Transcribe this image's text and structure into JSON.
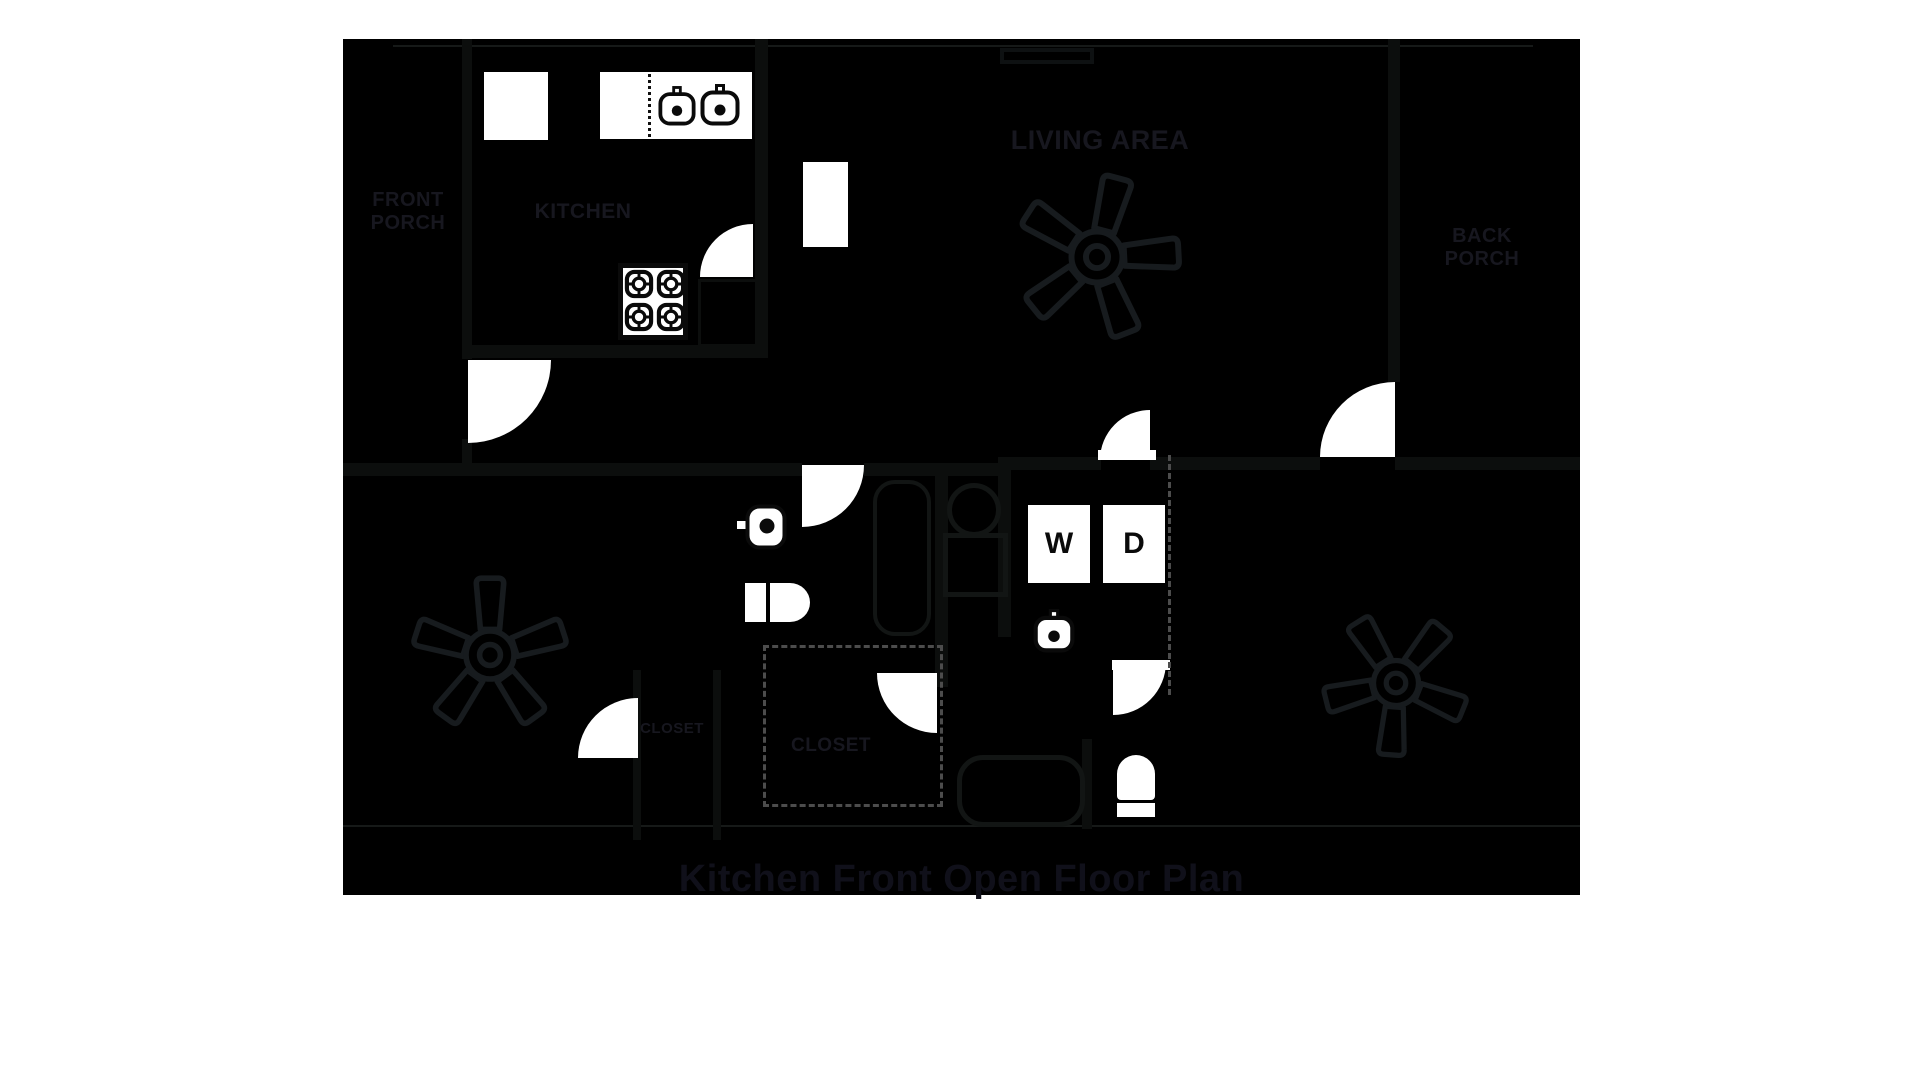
{
  "title": "Kitchen Front Open Floor Plan",
  "rooms": {
    "front_porch": [
      "FRONT",
      "PORCH"
    ],
    "kitchen": "KITCHEN",
    "living_area": "LIVING AREA",
    "back_porch": [
      "BACK",
      "PORCH"
    ],
    "hall_closet": "CLOSET",
    "walkin_closet": "CLOSET"
  },
  "laundry": {
    "washer": "W",
    "dryer": "D"
  },
  "colors": {
    "page_background": "#ffffff",
    "plan_fill": "#000000",
    "fixture_fill": "#ffffff",
    "fixture_line": "#0a0a0a",
    "label_text": "#17171f",
    "faint_outline": "#121514",
    "dashed_line": "#4c4c4c"
  }
}
